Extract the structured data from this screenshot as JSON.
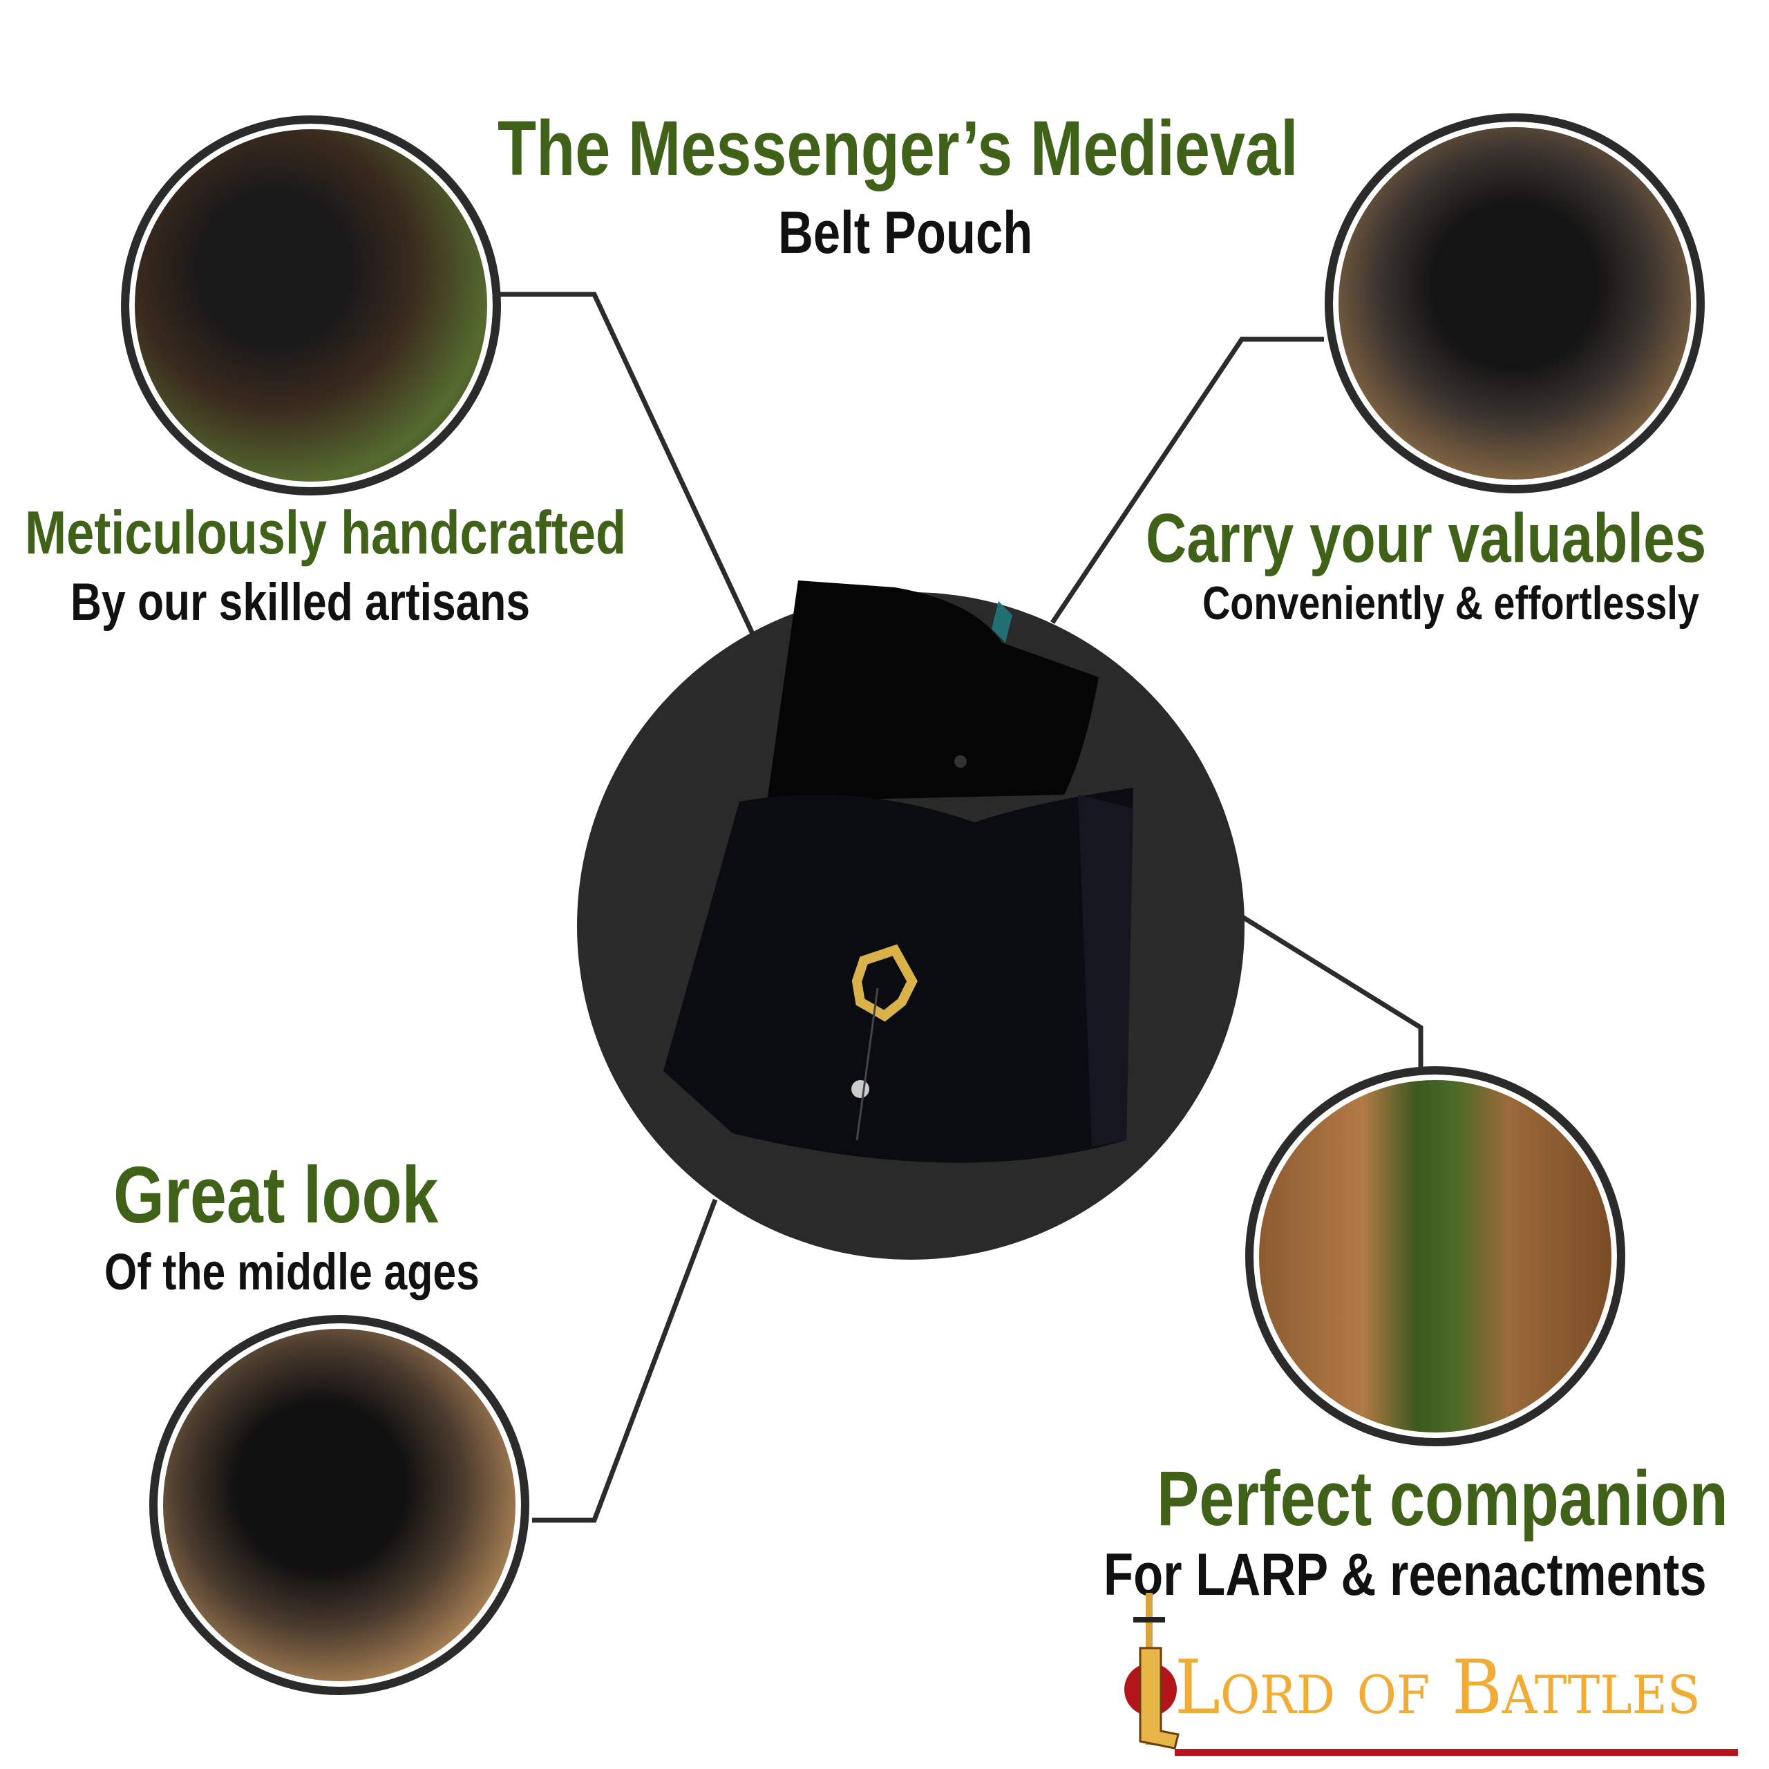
{
  "title": {
    "line1": "The Messenger’s Medieval",
    "line2": "Belt Pouch"
  },
  "features": [
    {
      "heading": "Meticulously handcrafted",
      "sub": "By our skilled artisans",
      "image": "pouch-on-belt-held-by-hand"
    },
    {
      "heading": "Carry your valuables",
      "sub": "Conveniently & effortlessly",
      "image": "pouch-on-chainmail-and-fur"
    },
    {
      "heading": "Great look",
      "sub": "Of the middle ages",
      "image": "pouch-on-fur-with-belt"
    },
    {
      "heading": "Perfect companion",
      "sub": "For LARP & reenactments",
      "image": "man-in-medieval-costume"
    }
  ],
  "center_image": "open-black-leather-pouch-with-brass-buckle",
  "logo": {
    "text": "Lord of Battles"
  },
  "colors": {
    "accent_green": "#3f6118",
    "circle_dark": "#2b2b2b",
    "logo_gold": "#f2ac33",
    "logo_red": "#b3151b"
  }
}
